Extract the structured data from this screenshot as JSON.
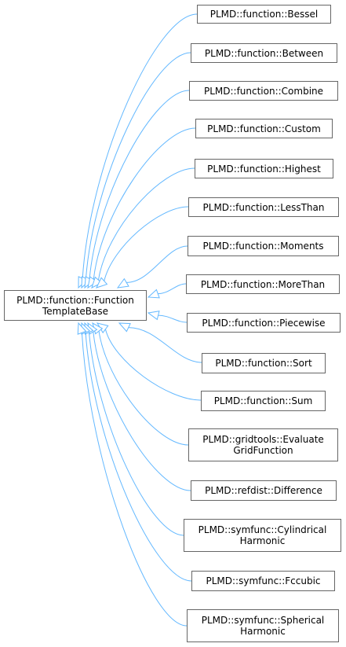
{
  "colors": {
    "edge": "#63b8ff",
    "node_border": "#666666",
    "node_fill": "#ffffff",
    "text": "#000000"
  },
  "base": {
    "line1": "PLMD::function::Function",
    "line2": "TemplateBase"
  },
  "derived": [
    {
      "id": "bessel",
      "lines": [
        "PLMD::function::Bessel"
      ]
    },
    {
      "id": "between",
      "lines": [
        "PLMD::function::Between"
      ]
    },
    {
      "id": "combine",
      "lines": [
        "PLMD::function::Combine"
      ]
    },
    {
      "id": "custom",
      "lines": [
        "PLMD::function::Custom"
      ]
    },
    {
      "id": "highest",
      "lines": [
        "PLMD::function::Highest"
      ]
    },
    {
      "id": "lessthan",
      "lines": [
        "PLMD::function::LessThan"
      ]
    },
    {
      "id": "moments",
      "lines": [
        "PLMD::function::Moments"
      ]
    },
    {
      "id": "morethan",
      "lines": [
        "PLMD::function::MoreThan"
      ]
    },
    {
      "id": "piecewise",
      "lines": [
        "PLMD::function::Piecewise"
      ]
    },
    {
      "id": "sort",
      "lines": [
        "PLMD::function::Sort"
      ]
    },
    {
      "id": "sum",
      "lines": [
        "PLMD::function::Sum"
      ]
    },
    {
      "id": "evaluategridfunction",
      "lines": [
        "PLMD::gridtools::Evaluate",
        "GridFunction"
      ]
    },
    {
      "id": "difference",
      "lines": [
        "PLMD::refdist::Difference"
      ]
    },
    {
      "id": "cylindricalharmonic",
      "lines": [
        "PLMD::symfunc::Cylindrical",
        "Harmonic"
      ]
    },
    {
      "id": "fccubic",
      "lines": [
        "PLMD::symfunc::Fccubic"
      ]
    },
    {
      "id": "sphericalharmonic",
      "lines": [
        "PLMD::symfunc::Spherical",
        "Harmonic"
      ]
    }
  ]
}
